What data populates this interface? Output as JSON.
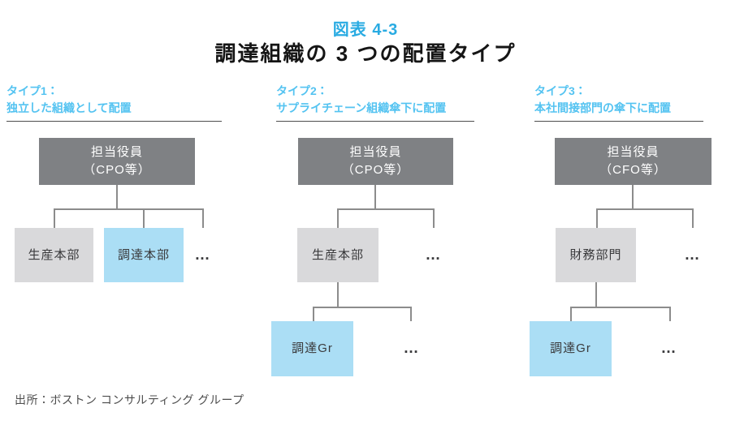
{
  "figure": {
    "number": "図表 4-3",
    "title": "調達組織の 3 つの配置タイプ"
  },
  "columns": [
    {
      "type_label": "タイプ1：",
      "subtitle": "独立した組織として配置",
      "root": {
        "line1": "担当役員",
        "line2": "（CPO等）"
      },
      "children": [
        {
          "label": "生産本部"
        },
        {
          "label": "調達本部"
        }
      ],
      "ellipsis": "…"
    },
    {
      "type_label": "タイプ2：",
      "subtitle": "サプライチェーン組織傘下に配置",
      "root": {
        "line1": "担当役員",
        "line2": "（CPO等）"
      },
      "children": [
        {
          "label": "生産本部"
        }
      ],
      "grandchild": {
        "label": "調達Gr"
      },
      "ellipsis": "…"
    },
    {
      "type_label": "タイプ3：",
      "subtitle": "本社間接部門の傘下に配置",
      "root": {
        "line1": "担当役員",
        "line2": "（CFO等）"
      },
      "children": [
        {
          "label": "財務部門"
        }
      ],
      "grandchild": {
        "label": "調達Gr"
      },
      "ellipsis": "…"
    }
  ],
  "footer": {
    "source": "出所：ボストン コンサルティング グループ"
  },
  "colors": {
    "figure_number_blue": "#29abe2",
    "type_header_blue": "#54c3f1",
    "executive_box_gray": "#7f8184",
    "department_box_gray": "#d9d9db",
    "procurement_box_blue": "#abdef5",
    "connector_gray": "#8c8c8c",
    "header_underline_gray": "#4d4d4d",
    "text_dark": "#3a3a3c"
  }
}
